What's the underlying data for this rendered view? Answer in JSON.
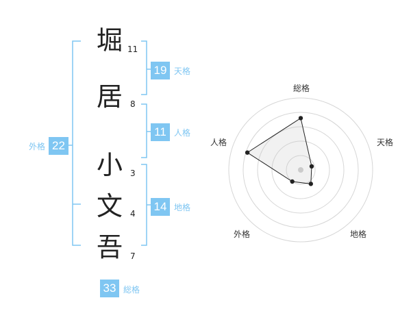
{
  "name_chars": [
    {
      "char": "堀",
      "strokes": "11"
    },
    {
      "char": "居",
      "strokes": "8"
    },
    {
      "char": "小",
      "strokes": "3"
    },
    {
      "char": "文",
      "strokes": "4"
    },
    {
      "char": "吾",
      "strokes": "7"
    }
  ],
  "fortunes": {
    "tenkaku": {
      "value": "19",
      "label": "天格"
    },
    "jinkaku": {
      "value": "11",
      "label": "人格"
    },
    "chikaku": {
      "value": "14",
      "label": "地格"
    },
    "gaikaku": {
      "value": "22",
      "label": "外格"
    },
    "soukaku": {
      "value": "33",
      "label": "総格"
    }
  },
  "radar": {
    "labels": {
      "top": "総格",
      "right": "天格",
      "bottom_right": "地格",
      "bottom_left": "外格",
      "left": "人格"
    },
    "values": [
      0.72,
      0.16,
      0.24,
      0.2,
      0.78
    ],
    "accent_color": "#7fc6f2"
  }
}
